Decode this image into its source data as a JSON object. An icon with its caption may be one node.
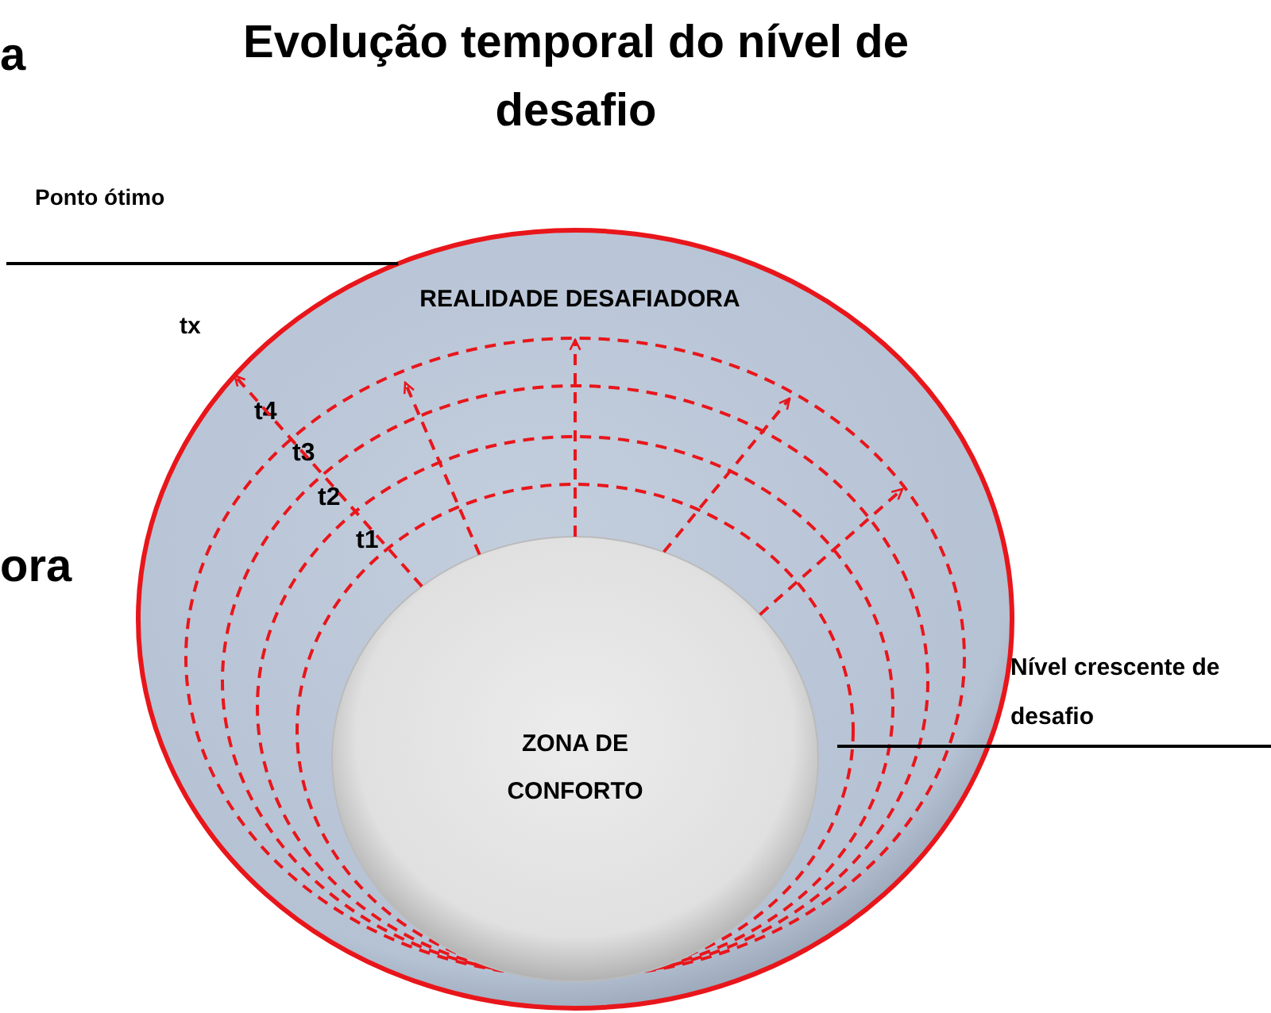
{
  "diagram": {
    "title": "Evolução temporal do nível de desafio",
    "nodes": [
      {
        "text": [
          "REALIDADE DESAFIADORA"
        ]
      },
      {
        "text": [
          "ZONA DE CONFORTO"
        ],
        "in": 0
      },
      {
        "text": [
          "Ponto ótimo"
        ]
      },
      {
        "text": [
          "Nível crescente de desafio"
        ]
      }
    ],
    "edges": [
      {
        "from": 2,
        "to": 0,
        "arrow": "none",
        "color": "#000000"
      },
      {
        "from": 3,
        "to": null,
        "arrow": "none",
        "color": "#000000"
      },
      {
        "from": 1,
        "to": 0,
        "arrow": "to",
        "style": "dashed",
        "color": "#e8161b"
      },
      {
        "from": 1,
        "to": null,
        "arrow": "to",
        "style": "dashed",
        "color": "#e8161b"
      },
      {
        "from": 1,
        "to": null,
        "arrow": "to",
        "style": "dashed",
        "color": "#e8161b"
      },
      {
        "from": 1,
        "to": null,
        "arrow": "to",
        "style": "dashed",
        "color": "#e8161b"
      },
      {
        "from": 1,
        "to": null,
        "arrow": "to",
        "style": "dashed",
        "color": "#e8161b"
      }
    ],
    "labels": [
      "a",
      "ora",
      "tx",
      "t4",
      "t3",
      "t2",
      "t1"
    ]
  }
}
